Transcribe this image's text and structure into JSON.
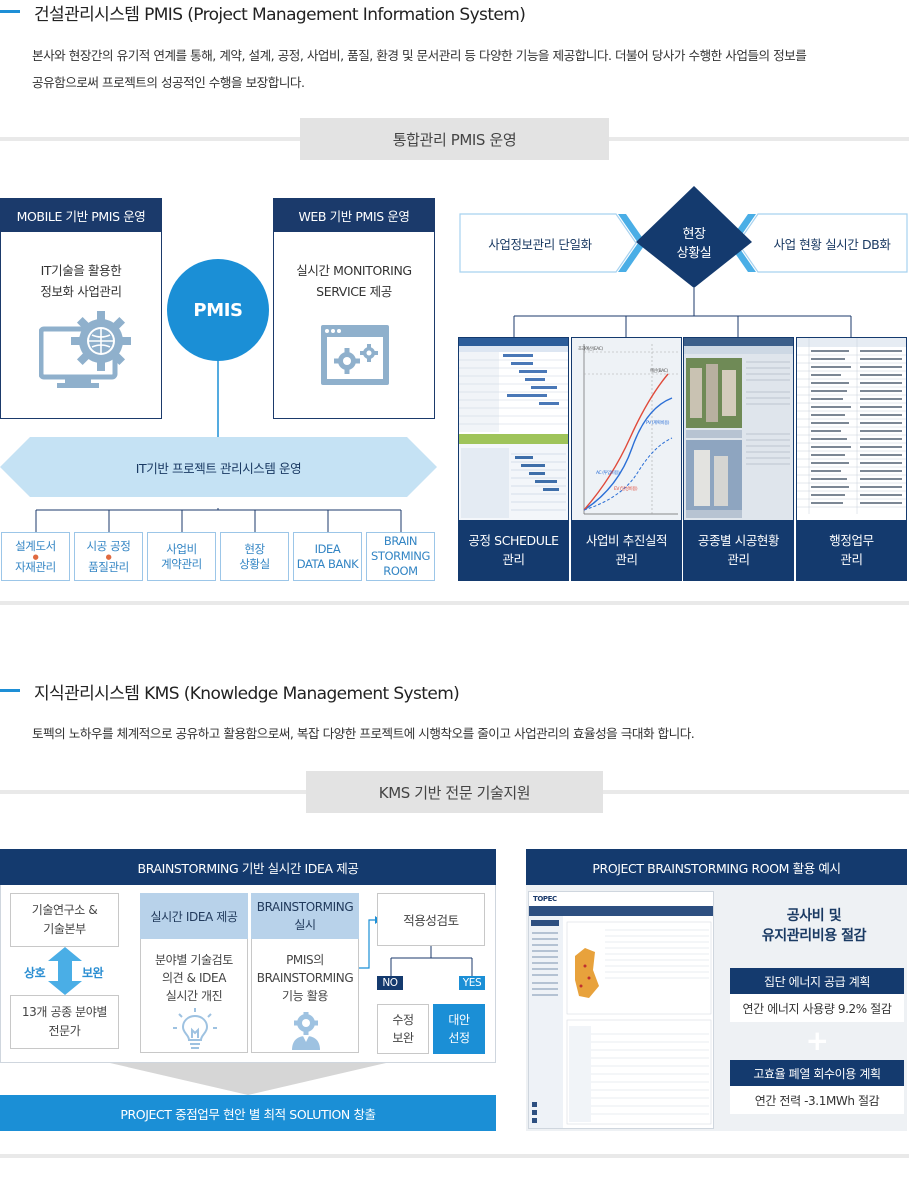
{
  "pmis": {
    "title": "건설관리시스템 PMIS (Project Management Information System)",
    "desc_line1": "본사와 현장간의 유기적 연계를 통해, 계약, 설계, 공정, 사업비, 품질, 환경 및 문서관리 등 다양한 기능을 제공합니다. 더불어 당사가 수행한 사업들의 정보를",
    "desc_line2": "공유함으로써 프로젝트의 성공적인 수행을 보장합니다.",
    "banner": "통합관리 PMIS 운영",
    "mobile_box": {
      "header": "MOBILE 기반 PMIS 운영",
      "line1": "IT기술을 활용한",
      "line2": "정보화 사업관리",
      "icon": "monitor-gear-icon"
    },
    "center_circle": "PMIS",
    "web_box": {
      "header": "WEB 기반 PMIS 운영",
      "line1": "실시간 MONITORING",
      "line2": "SERVICE 제공",
      "icon": "browser-gear-icon"
    },
    "arrow_band": "IT기반 프로젝트 관리시스템 운영",
    "modules": [
      {
        "line1": "설계도서",
        "line2": "자재관리"
      },
      {
        "line1": "시공 공정",
        "line2": "품질관리"
      },
      {
        "line1": "사업비",
        "line2": "계약관리"
      },
      {
        "line1": "현장",
        "line2": "상황실"
      },
      {
        "line1": "IDEA",
        "line2": "DATA BANK"
      },
      {
        "line1": "BRAIN",
        "line2": "STORMING",
        "line3": "ROOM"
      }
    ],
    "right_panel": {
      "left_arrow": "사업정보관리 단일화",
      "diamond_line1": "현장",
      "diamond_line2": "상황실",
      "right_arrow": "사업 현황 실시간 DB화",
      "cards": [
        {
          "line1": "공정 SCHEDULE",
          "line2": "관리",
          "thumb": "gantt-schedule-screenshot"
        },
        {
          "line1": "사업비 추진실적",
          "line2": "관리",
          "thumb": "cost-curve-chart",
          "chart_labels": [
            "초과예산(EAC)",
            "예산(BAC)",
            "AC (투입비용)",
            "PV (계획비용)",
            "EV (달성비용)"
          ]
        },
        {
          "line1": "공종별 시공현황",
          "line2": "관리",
          "thumb": "construction-photo-screenshot"
        },
        {
          "line1": "행정업무",
          "line2": "관리",
          "thumb": "document-list-screenshot"
        }
      ]
    }
  },
  "kms": {
    "title": "지식관리시스템 KMS (Knowledge Management System)",
    "desc": "토펙의 노하우를 체계적으로 공유하고 활용함으로써, 복잡 다양한 프로젝트에 시행착오를 줄이고 사업관리의 효율성을 극대화 합니다.",
    "banner": "KMS 기반 전문 기술지원",
    "left_panel": {
      "header": "BRAINSTORMING 기반 실시간 IDEA 제공",
      "box_top_line1": "기술연구소 &",
      "box_top_line2": "기술본부",
      "mutual_left": "상호",
      "mutual_right": "보완",
      "box_bottom_line1": "13개 공종 분야별",
      "box_bottom_line2": "전문가",
      "col1_header": "실시간 IDEA 제공",
      "col1_line1": "분야별 기술검토",
      "col1_line2": "의견 & IDEA",
      "col1_line3": "실시간 개진",
      "col1_icon": "lightbulb-icon",
      "col2_header_line1": "BRAINSTORMING",
      "col2_header_line2": "실시",
      "col2_line1": "PMIS의",
      "col2_line2": "BRAINSTORMING",
      "col2_line3": "기능 활용",
      "col2_icon": "person-gear-icon",
      "review": "적용성검토",
      "no": "NO",
      "yes": "YES",
      "revise_line1": "수정",
      "revise_line2": "보완",
      "alt_line1": "대안",
      "alt_line2": "선정",
      "footer": "PROJECT 중점업무 현안 별 최적 SOLUTION 창출"
    },
    "right_panel": {
      "header": "PROJECT BRAINSTORMING ROOM 활용 예시",
      "screenshot": "pmis-brainstorming-room-screenshot",
      "screenshot_logo": "TOPEC",
      "result_title_line1": "공사비 및",
      "result_title_line2": "유지관리비용 절감",
      "item1_header": "집단 에너지 공급 계획",
      "item1_value": "연간 에너지 사용량 9.2% 절감",
      "plus": "+",
      "item2_header": "고효율 폐열 회수이용 계획",
      "item2_value": "연간 전력 -3.1MWh 절감"
    }
  },
  "colors": {
    "navy": "#143a6e",
    "blue": "#1b8fd6",
    "light_blue": "#b8d2ea",
    "accent": "#1e8fd6"
  }
}
